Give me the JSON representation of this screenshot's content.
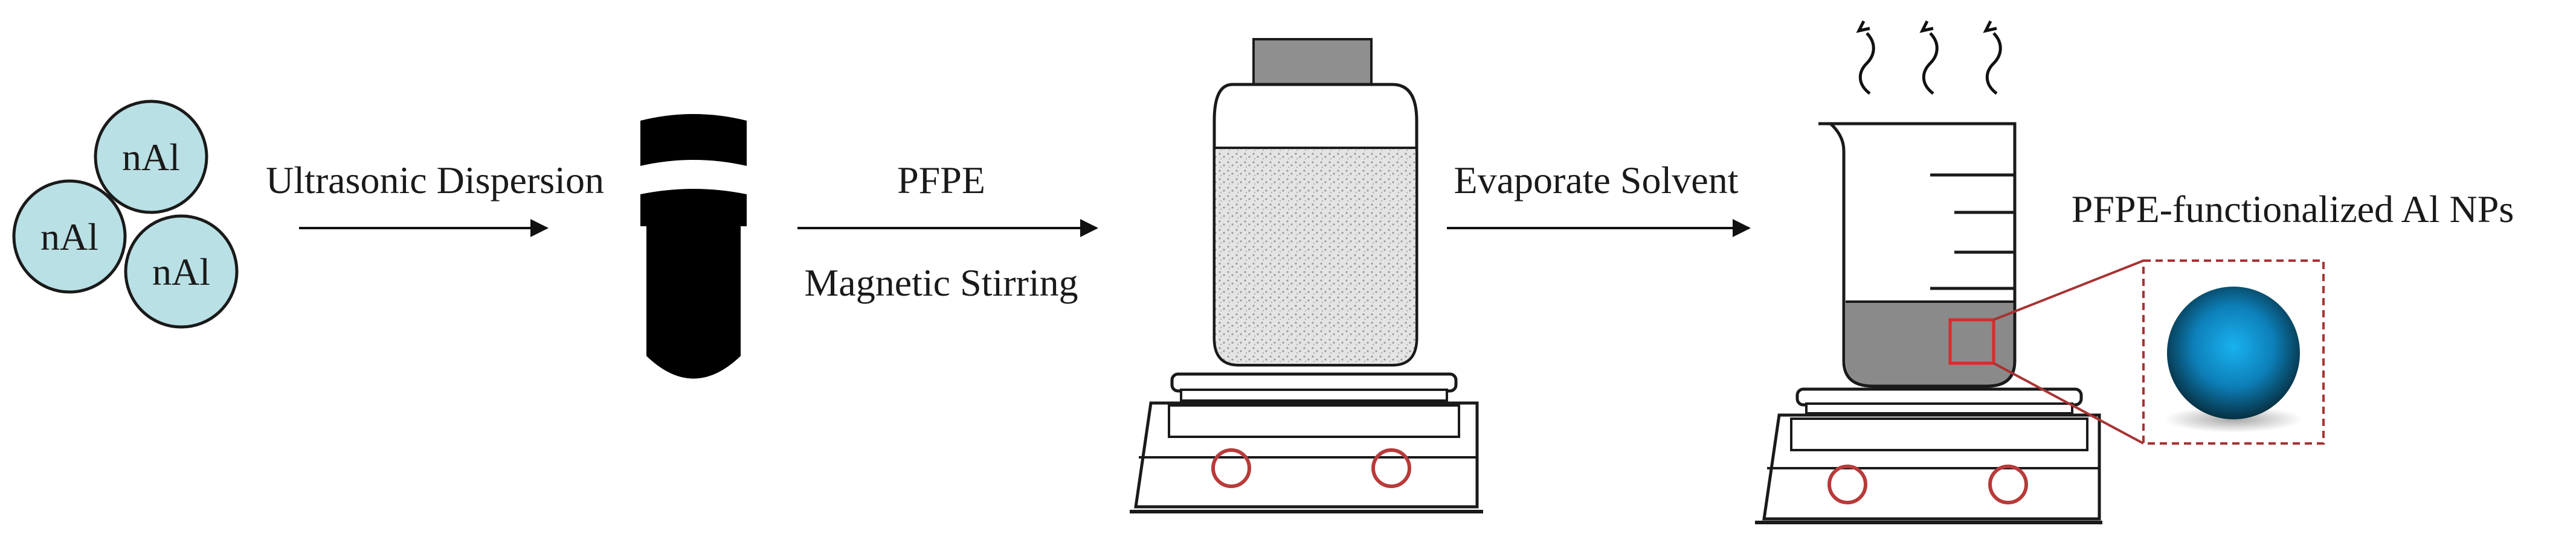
{
  "particles": {
    "labels": [
      "nAl",
      "nAl",
      "nAl"
    ]
  },
  "steps": [
    {
      "label": "Ultrasonic Dispersion"
    },
    {
      "label_above": "PFPE",
      "label_below": "Magnetic Stirring"
    },
    {
      "label": "Evaporate Solvent"
    }
  ],
  "product": {
    "label": "PFPE-functionalized Al NPs"
  },
  "colors": {
    "particle_fill": "#b9e0e4",
    "liquid_gray": "#8a8a8a",
    "lid_gray": "#8f8f8f",
    "knob_red": "#b83a3a",
    "callout_red": "#a83232",
    "highlight_red": "#d92b2b",
    "sphere_center": "#19b2f0",
    "sphere_edge": "#063042"
  }
}
